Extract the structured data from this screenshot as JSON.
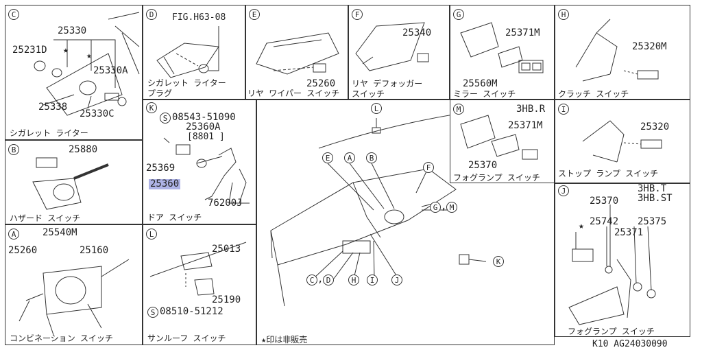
{
  "figure_ref": "FIG.H63-08",
  "sections": {
    "C": {
      "letter": "C",
      "caption": "シガレット ライター",
      "parts": [
        "25330",
        "25231D",
        "25330A",
        "25338",
        "25330C"
      ]
    },
    "D": {
      "letter": "D",
      "caption": "シガレット ライター プラグ",
      "caption_line1": "シガレット ライター",
      "caption_line2": "プラグ"
    },
    "E": {
      "letter": "E",
      "caption": "リヤ ワイパー スイッチ",
      "parts": [
        "25260"
      ]
    },
    "F": {
      "letter": "F",
      "caption_line1": "リヤ デフォッガー",
      "caption_line2": "スイッチ",
      "parts": [
        "25340"
      ]
    },
    "G": {
      "letter": "G",
      "caption": "ミラー スイッチ",
      "parts": [
        "25371M",
        "25560M"
      ]
    },
    "H": {
      "letter": "H",
      "caption": "クラッチ スイッチ",
      "parts": [
        "25320M"
      ]
    },
    "B": {
      "letter": "B",
      "caption": "ハザード スイッチ",
      "parts": [
        "25880"
      ]
    },
    "K": {
      "letter": "K",
      "caption": "ドア スイッチ",
      "screw_letter": "S",
      "screw": "08543-51090",
      "parts": [
        "25360A",
        "[8801     ]",
        "25369",
        "25360",
        "76200J"
      ]
    },
    "M": {
      "letter": "M",
      "variant": "3HB.R",
      "caption": "フォグランプ スイッチ",
      "parts": [
        "25371M",
        "25370"
      ]
    },
    "I": {
      "letter": "I",
      "caption": "ストップ ランプ スイッチ",
      "parts": [
        "25320"
      ]
    },
    "A": {
      "letter": "A",
      "caption": "コンビネーション スイッチ",
      "parts": [
        "25540M",
        "25260",
        "25160"
      ]
    },
    "L": {
      "letter": "L",
      "caption": "サンルーフ スイッチ",
      "screw_letter": "S",
      "screw": "08510-51212",
      "parts": [
        "25013",
        "25190"
      ]
    },
    "J": {
      "letter": "J",
      "variant1": "3HB.T",
      "variant2": "3HB.ST",
      "caption": "フォグランプ スイッチ",
      "parts": [
        "25370",
        "25742",
        "25375",
        "25371"
      ]
    }
  },
  "main": {
    "callouts": [
      "L",
      "E",
      "A",
      "B",
      "F",
      "G",
      "M",
      "C",
      "D",
      "H",
      "I",
      "J",
      "K"
    ],
    "legend": "★印は非販売",
    "comma": ","
  },
  "footer": {
    "code": "K10   AG24030090"
  },
  "star_symbol": "★",
  "colors": {
    "highlight": "#aeb3e6",
    "line": "#333333"
  }
}
